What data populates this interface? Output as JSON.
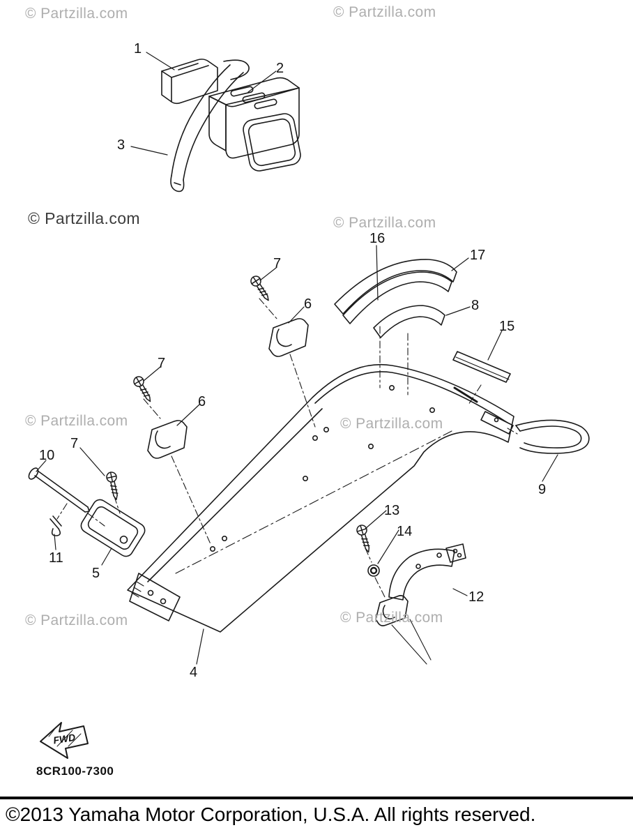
{
  "watermarks": {
    "text": "© Partzilla.com"
  },
  "diagram": {
    "code": "8CR100-7300",
    "fwd_label": "FWD",
    "callouts": [
      {
        "label": "1"
      },
      {
        "label": "2"
      },
      {
        "label": "3"
      },
      {
        "label": "4"
      },
      {
        "label": "5"
      },
      {
        "label": "6"
      },
      {
        "label": "6"
      },
      {
        "label": "7"
      },
      {
        "label": "7"
      },
      {
        "label": "7"
      },
      {
        "label": "8"
      },
      {
        "label": "9"
      },
      {
        "label": "10"
      },
      {
        "label": "11"
      },
      {
        "label": "12"
      },
      {
        "label": "13"
      },
      {
        "label": "14"
      },
      {
        "label": "15"
      },
      {
        "label": "16"
      },
      {
        "label": "17"
      }
    ]
  },
  "footer": {
    "copyright": "©2013 Yamaha Motor Corporation, U.S.A. All rights reserved."
  }
}
